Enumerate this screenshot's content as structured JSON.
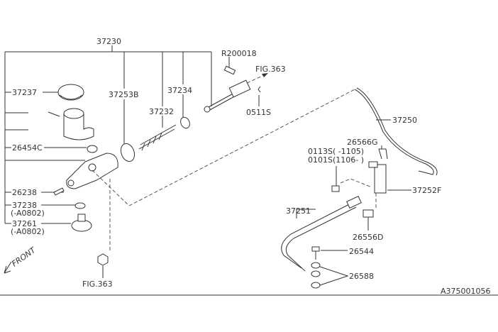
{
  "diagram": {
    "assembly_label": "37230",
    "labels": {
      "p37237": "37237",
      "p26454C": "26454C",
      "p26238": "26238",
      "p37238": "37238",
      "p37238_note": "(-A0802)",
      "p37261": "37261",
      "p37261_note": "(-A0802)",
      "p37253B": "37253B",
      "p37232": "37232",
      "p37234": "37234",
      "pR200018": "R200018",
      "fig363_top": "FIG.363",
      "p0511S": "0511S",
      "p37250": "37250",
      "p26566G": "26566G",
      "p0113S": "0113S( -1105)",
      "p0101S": "0101S(1106- )",
      "p37252F": "37252F",
      "p37251": "37251",
      "p26556D": "26556D",
      "p26544": "26544",
      "p26588": "26588",
      "fig363_bottom": "FIG.363",
      "front": "FRONT"
    },
    "diagram_id": "A375001056"
  }
}
